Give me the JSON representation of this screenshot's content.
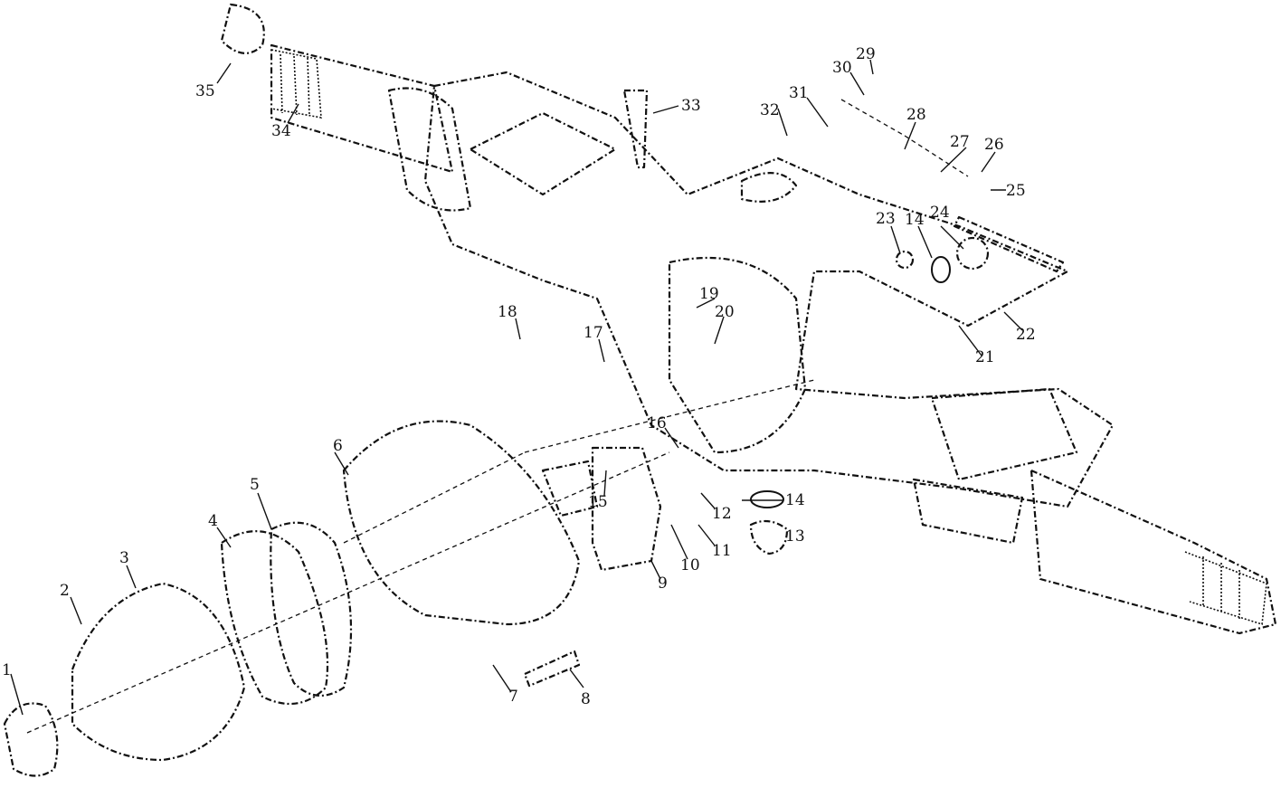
{
  "title": "Axle housing exploded view",
  "callouts": [
    {
      "id": "c35",
      "text": "35"
    },
    {
      "id": "c34",
      "text": "34"
    },
    {
      "id": "c33",
      "text": "33"
    },
    {
      "id": "c32",
      "text": "32"
    },
    {
      "id": "c31",
      "text": "31"
    },
    {
      "id": "c30",
      "text": "30"
    },
    {
      "id": "c29",
      "text": "29"
    },
    {
      "id": "c28",
      "text": "28"
    },
    {
      "id": "c27",
      "text": "27"
    },
    {
      "id": "c26",
      "text": "26"
    },
    {
      "id": "c25",
      "text": "25"
    },
    {
      "id": "c24",
      "text": "24"
    },
    {
      "id": "c23",
      "text": "23"
    },
    {
      "id": "c14a",
      "text": "14"
    },
    {
      "id": "c22",
      "text": "22"
    },
    {
      "id": "c21",
      "text": "21"
    },
    {
      "id": "c20",
      "text": "20"
    },
    {
      "id": "c19",
      "text": "19"
    },
    {
      "id": "c18",
      "text": "18"
    },
    {
      "id": "c17",
      "text": "17"
    },
    {
      "id": "c16",
      "text": "16"
    },
    {
      "id": "c15",
      "text": "15"
    },
    {
      "id": "c12",
      "text": "12"
    },
    {
      "id": "c14b",
      "text": "14"
    },
    {
      "id": "c13",
      "text": "13"
    },
    {
      "id": "c11",
      "text": "11"
    },
    {
      "id": "c10",
      "text": "10"
    },
    {
      "id": "c9",
      "text": "9"
    },
    {
      "id": "c8",
      "text": "8"
    },
    {
      "id": "c7",
      "text": "7"
    },
    {
      "id": "c6",
      "text": "6"
    },
    {
      "id": "c5",
      "text": "5"
    },
    {
      "id": "c4",
      "text": "4"
    },
    {
      "id": "c3",
      "text": "3"
    },
    {
      "id": "c2",
      "text": "2"
    },
    {
      "id": "c1",
      "text": "1"
    }
  ]
}
